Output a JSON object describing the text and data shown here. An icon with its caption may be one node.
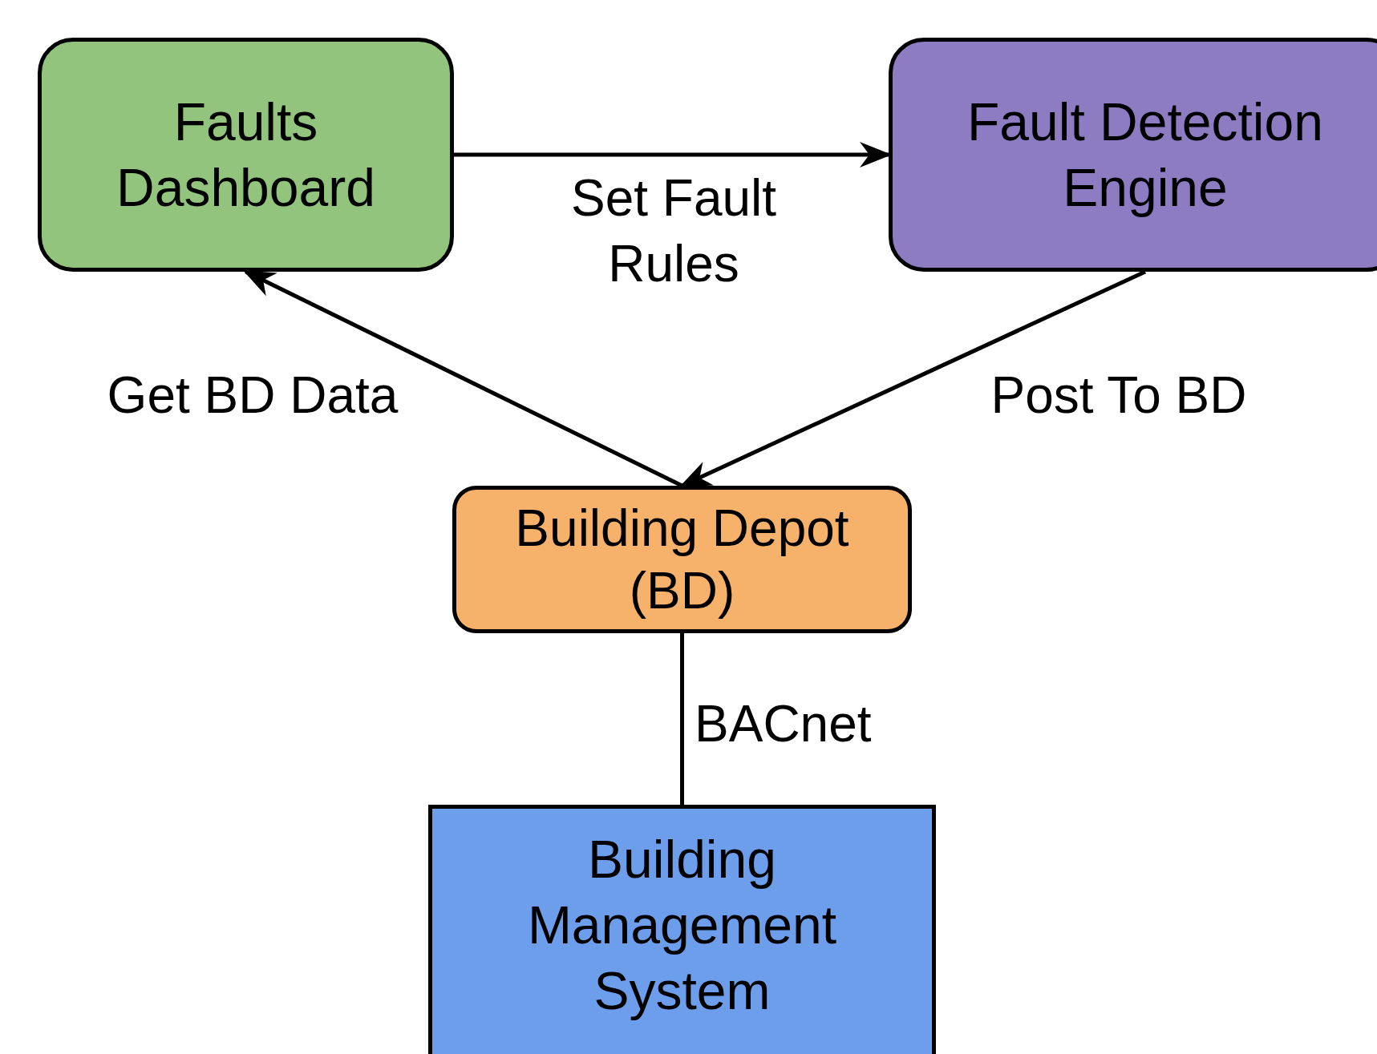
{
  "diagram": {
    "nodes": [
      {
        "text": [
          "Faults Dashboard"
        ]
      },
      {
        "text": [
          "Fault Detection Engine"
        ]
      },
      {
        "text": [
          "Building Depot (BD)"
        ]
      },
      {
        "text": [
          "Building Management System"
        ]
      }
    ],
    "edges": [
      {
        "from": 0,
        "to": 1,
        "arrow": "to",
        "label": "Set Fault Rules"
      },
      {
        "from": 2,
        "to": 0,
        "arrow": "to",
        "label": "Get BD Data"
      },
      {
        "from": 1,
        "to": 2,
        "arrow": "to",
        "label": "Post To BD"
      },
      {
        "from": 2,
        "to": 3,
        "arrow": "none",
        "label": "BACnet"
      }
    ]
  }
}
